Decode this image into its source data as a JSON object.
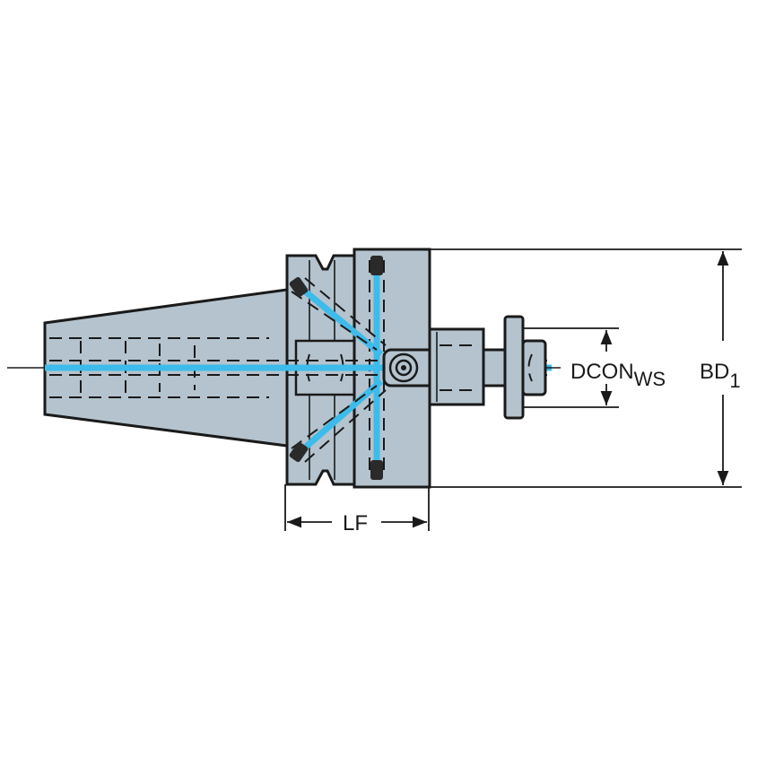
{
  "diagram": {
    "type": "technical-drawing",
    "subject": "tool-holder-adaptor-side-view",
    "colors": {
      "body": "#b4c3ce",
      "outline": "#1a1a1a",
      "coolant": "#3dbbea",
      "background": "#ffffff"
    },
    "dimensions": {
      "lf": {
        "label": "LF"
      },
      "dcon": {
        "label": "DCON",
        "subscript": "WS"
      },
      "bd": {
        "label": "BD",
        "subscript": "1"
      }
    }
  }
}
